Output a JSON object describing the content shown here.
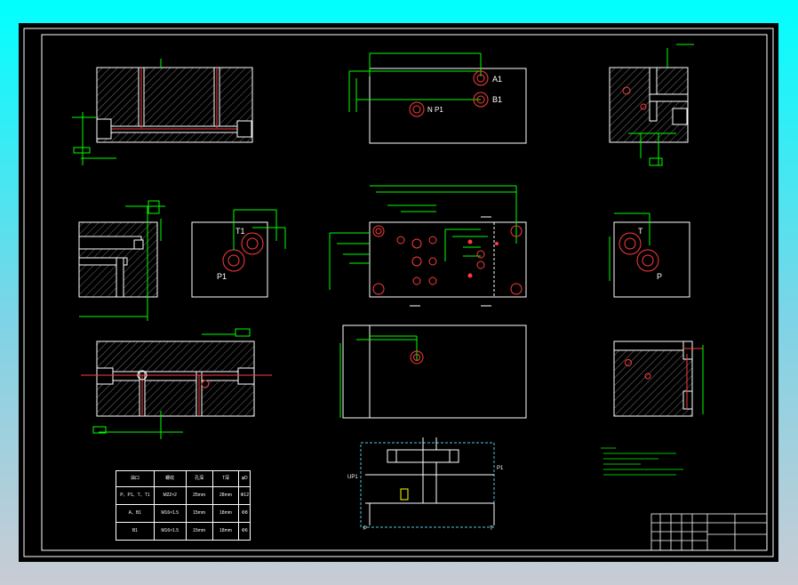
{
  "drawing": {
    "ports_top": {
      "a1": "A1",
      "b1": "B1",
      "p_t": "N P1"
    },
    "ports_left": {
      "t1": "T1",
      "p1": "P1"
    },
    "ports_right": {
      "t": "T",
      "p": "P"
    },
    "schematic": {
      "left_port": "UP1",
      "right_port": "P1",
      "bottom_left": "P",
      "bottom_right": "T"
    },
    "colors": {
      "background": "#000000",
      "outline": "#ffffff",
      "dimension": "#00ff00",
      "hatch": "#ffffff",
      "holes": "#ff3b3b",
      "title_block": "#ffffff",
      "tech_notes": "#00ff00"
    }
  },
  "table": {
    "headers": [
      "油口",
      "螺纹",
      "孔深",
      "T深",
      "φD"
    ],
    "rows": [
      [
        "P、P1、T、T1",
        "M22×2",
        "25mm",
        "28mm",
        "Φ12"
      ],
      [
        "A、B1",
        "M16×1.5",
        "15mm",
        "18mm",
        "Φ8"
      ],
      [
        "B1",
        "M16×1.5",
        "15mm",
        "18mm",
        "Φ6"
      ]
    ]
  }
}
